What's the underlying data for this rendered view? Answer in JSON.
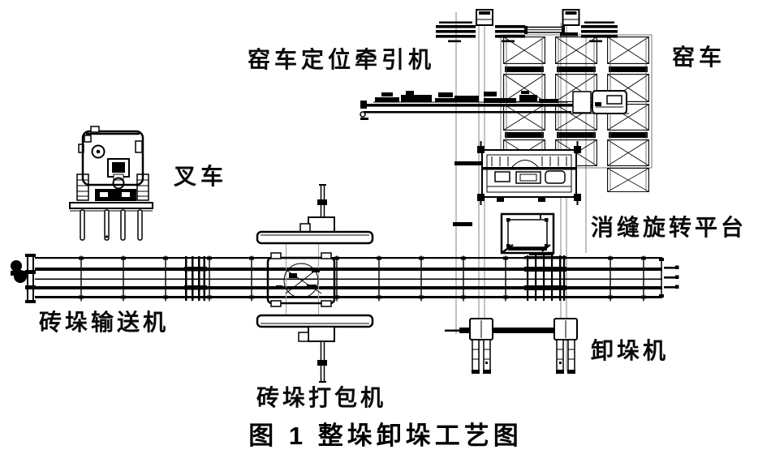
{
  "figure": {
    "caption": "图 1  整垛卸垛工艺图",
    "background_color": "#ffffff",
    "line_color": "#000000",
    "rail_color": "#b3b3b3"
  },
  "labels": {
    "traction_machine": "窑车定位牵引机",
    "kiln_car": "窑车",
    "forklift": "叉车",
    "rotary_platform": "消缝旋转平台",
    "stack_conveyor": "砖垛输送机",
    "unstacker": "卸垛机",
    "packing_machine": "砖垛打包机"
  }
}
